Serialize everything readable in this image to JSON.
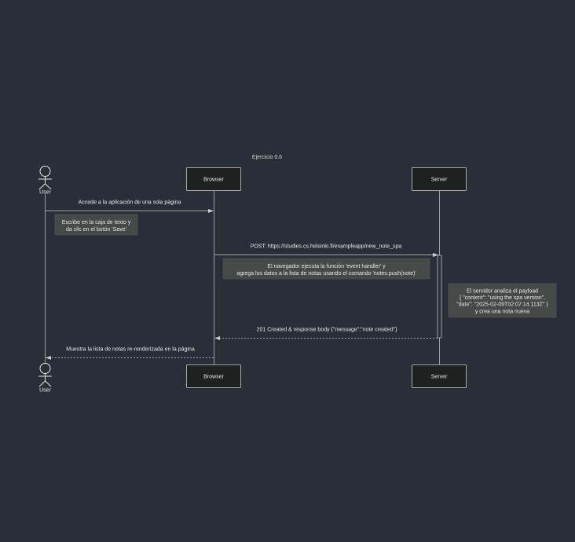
{
  "diagram": {
    "title": "Ejercicio 0.6",
    "actors": {
      "user": "User",
      "browser": "Browser",
      "server": "Server"
    },
    "messages": {
      "m1": "Accede a la aplicación de una sola página",
      "m2": "POST: https://studies.cs.helsinki.fi/exampleapp/new_note_spa",
      "m3": "201 Created & response body {\"message\":\"note created\"}",
      "m4": "Muestra la lista de notas re-renderizada en la página"
    },
    "notes": {
      "n1": [
        "Escribe en la caja de texto y",
        "da clic en el botón 'Save'"
      ],
      "n2": [
        "El navegador ejecuta la función 'event handler' y",
        "agrega los datos a la lista de notas usando el comando 'notes.push(note)'"
      ],
      "n3": [
        "El servidor analiza el payload",
        "{ \"content\": \"using the spa version\",",
        "\"date\": \"2025-02-09T02:07:14.113Z\" }",
        "y crea una nota nueva"
      ]
    },
    "colors": {
      "background": "#2a2e38",
      "participant_fill": "#1f2020",
      "participant_stroke": "#cccccc",
      "note_fill": "#474949",
      "line": "#cccccc"
    }
  }
}
